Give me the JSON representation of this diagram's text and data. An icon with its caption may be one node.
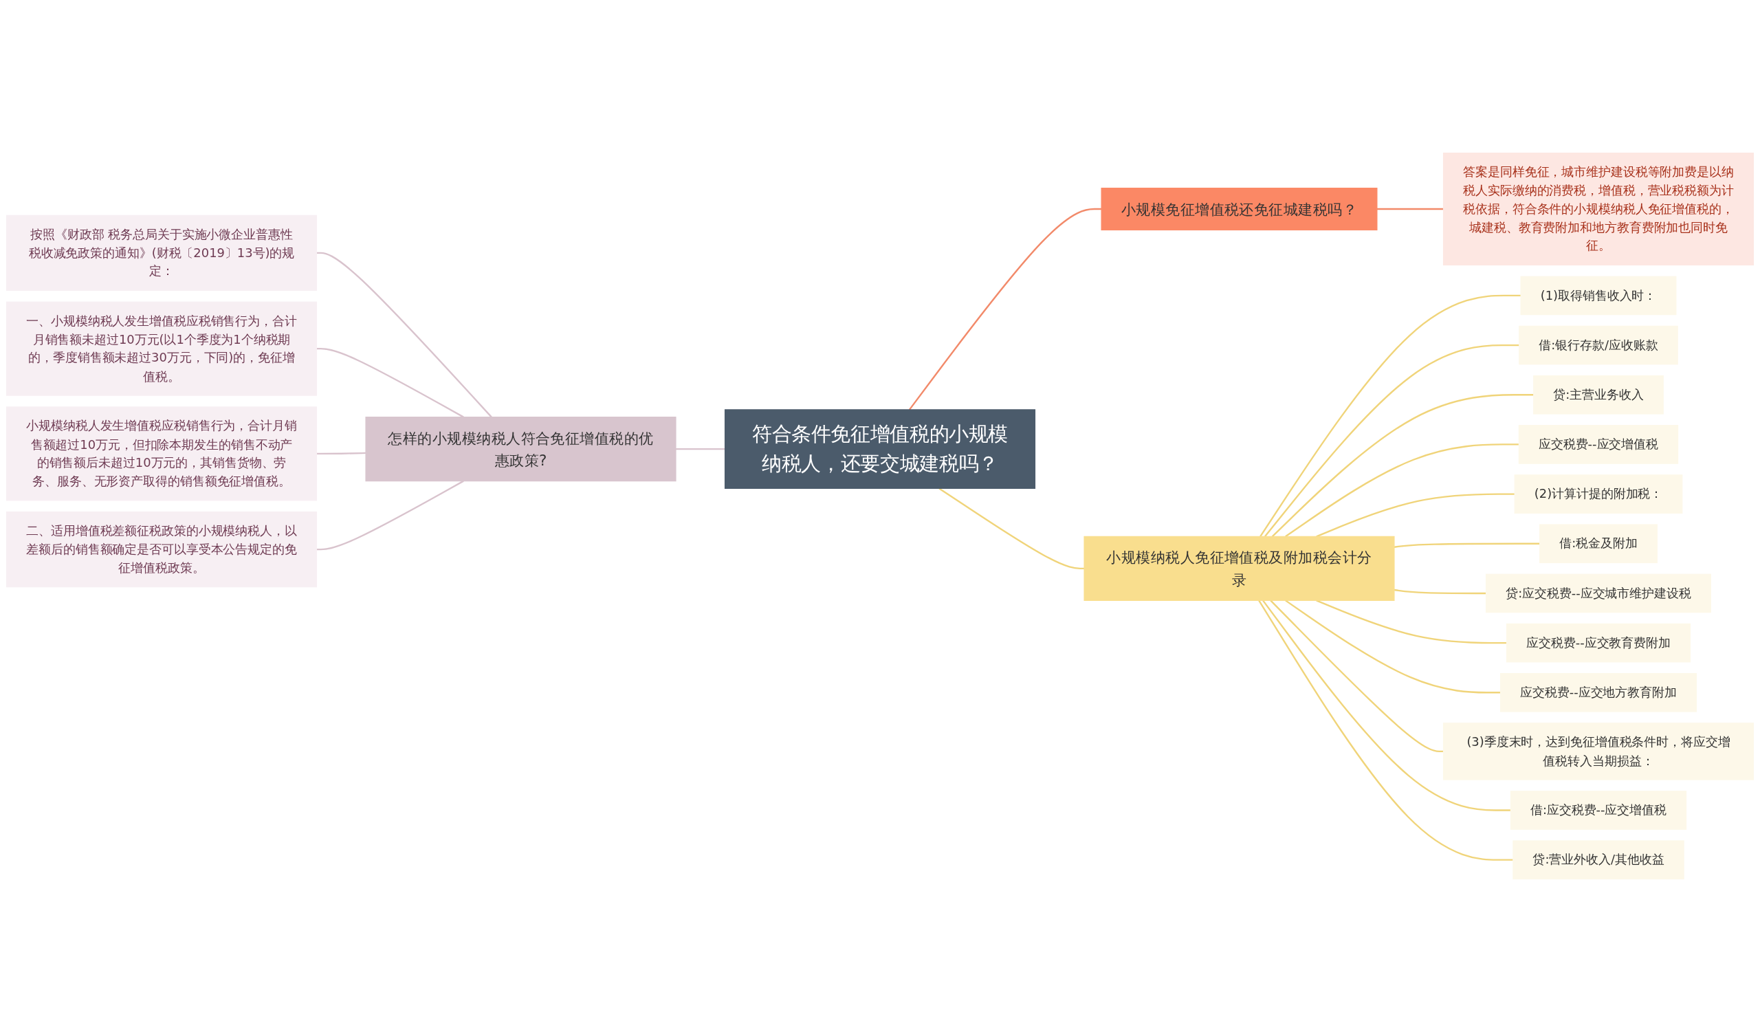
{
  "diagram": {
    "nodes": [
      {
        "text": [
          "符合条件免征增值税的小规模纳税人，还要交城建税吗？"
        ]
      },
      {
        "text": [
          "怎样的小规模纳税人符合免征增值税的优惠政策?"
        ]
      },
      {
        "text": [
          "按照《财政部 税务总局关于实施小微企业普惠性税收减免政策的通知》(财税〔2019〕13号)的规定："
        ]
      },
      {
        "text": [
          "一、小规模纳税人发生增值税应税销售行为，合计月销售额未超过10万元(以1个季度为1个纳税期的，季度销售额未超过30万元，下同)的，免征增值税。"
        ]
      },
      {
        "text": [
          "小规模纳税人发生增值税应税销售行为，合计月销售额超过10万元，但扣除本期发生的销售不动产的销售额后未超过10万元的，其销售货物、劳务、服务、无形资产取得的销售额免征增值税。"
        ]
      },
      {
        "text": [
          "二、适用增值税差额征税政策的小规模纳税人，以差额后的销售额确定是否可以享受本公告规定的免征增值税政策。"
        ]
      },
      {
        "text": [
          "小规模免征增值税还免征城建税吗？"
        ]
      },
      {
        "text": [
          "答案是同样免征，城市维护建设税等附加费是以纳税人实际缴纳的消费税，增值税，营业税税额为计税依据，符合条件的小规模纳税人免征增值税的，城建税、教育费附加和地方教育费附加也同时免征。"
        ]
      },
      {
        "text": [
          "小规模纳税人免征增值税及附加税会计分录"
        ]
      },
      {
        "text": [
          "(1)取得销售收入时："
        ]
      },
      {
        "text": [
          "借:银行存款/应收账款"
        ]
      },
      {
        "text": [
          "贷:主营业务收入"
        ]
      },
      {
        "text": [
          "应交税费--应交增值税"
        ]
      },
      {
        "text": [
          "(2)计算计提的附加税："
        ]
      },
      {
        "text": [
          "借:税金及附加"
        ]
      },
      {
        "text": [
          "贷:应交税费--应交城市维护建设税"
        ]
      },
      {
        "text": [
          "应交税费--应交教育费附加"
        ]
      },
      {
        "text": [
          "应交税费--应交地方教育附加"
        ]
      },
      {
        "text": [
          "(3)季度末时，达到免征增值税条件时，将应交增值税转入当期损益："
        ]
      },
      {
        "text": [
          "借:应交税费--应交增值税"
        ]
      },
      {
        "text": [
          "贷:营业外收入/其他收益"
        ]
      }
    ],
    "edges": [
      {
        "from": 0,
        "to": 1,
        "arrow": "none",
        "color": "#d9c3cd"
      },
      {
        "from": 1,
        "to": 2,
        "arrow": "none",
        "color": "#d9c3cd"
      },
      {
        "from": 1,
        "to": 3,
        "arrow": "none",
        "color": "#d9c3cd"
      },
      {
        "from": 1,
        "to": 4,
        "arrow": "none",
        "color": "#d9c3cd"
      },
      {
        "from": 1,
        "to": 5,
        "arrow": "none",
        "color": "#d9c3cd"
      },
      {
        "from": 0,
        "to": 6,
        "arrow": "none",
        "color": "#f28a6a"
      },
      {
        "from": 6,
        "to": 7,
        "arrow": "none",
        "color": "#f28a6a"
      },
      {
        "from": 0,
        "to": 8,
        "arrow": "none"
      },
      {
        "from": 8,
        "to": 9,
        "arrow": "none"
      },
      {
        "from": 8,
        "to": 10,
        "arrow": "none"
      },
      {
        "from": 8,
        "to": 11,
        "arrow": "none"
      },
      {
        "from": 8,
        "to": 12,
        "arrow": "none"
      },
      {
        "from": 8,
        "to": 13,
        "arrow": "none"
      },
      {
        "from": 8,
        "to": 14,
        "arrow": "none"
      },
      {
        "from": 8,
        "to": 15,
        "arrow": "none"
      },
      {
        "from": 8,
        "to": 16,
        "arrow": "none"
      },
      {
        "from": 8,
        "to": 17,
        "arrow": "none"
      },
      {
        "from": 8,
        "to": 18,
        "arrow": "none"
      },
      {
        "from": 8,
        "to": 19,
        "arrow": "none"
      },
      {
        "from": 8,
        "to": 20,
        "arrow": "none"
      }
    ]
  }
}
